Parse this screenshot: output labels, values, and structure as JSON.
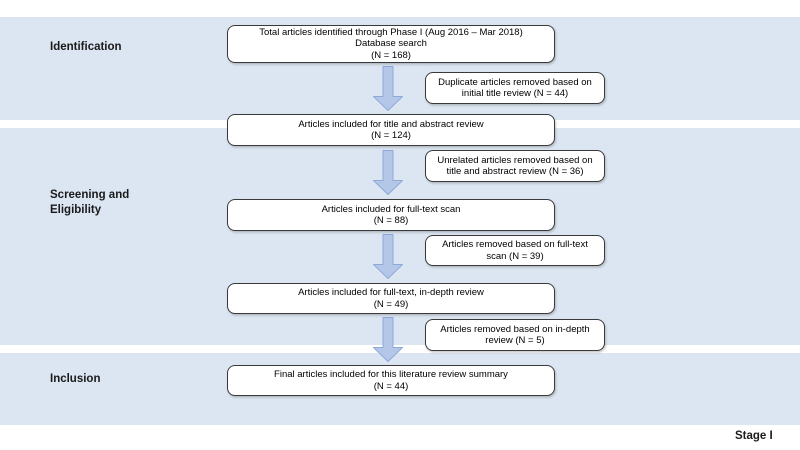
{
  "colors": {
    "band_bg": "#dce6f2",
    "arrow_fill": "#b4c7e8",
    "arrow_stroke": "#8fa8d8",
    "box_border": "#3a3a3a",
    "text_color": "#1a1a1a"
  },
  "lanes": [
    {
      "label": "Identification"
    },
    {
      "label": "Screening and Eligibility"
    },
    {
      "label": "Inclusion"
    }
  ],
  "flow": {
    "main_boxes": [
      {
        "lines": [
          "Total articles identified through Phase I (Aug 2016 – Mar 2018)",
          "Database search",
          "(N = 168)"
        ]
      },
      {
        "lines": [
          "Articles included for title and abstract review",
          "(N = 124)"
        ]
      },
      {
        "lines": [
          "Articles included for full-text scan",
          "(N = 88)"
        ]
      },
      {
        "lines": [
          "Articles included for full-text, in-depth review",
          "(N = 49)"
        ]
      },
      {
        "lines": [
          "Final articles included for this literature review summary",
          "(N = 44)"
        ]
      }
    ],
    "side_boxes": [
      {
        "text": "Duplicate articles removed based on initial title review (N = 44)"
      },
      {
        "text": "Unrelated articles removed based on title and abstract review (N = 36)"
      },
      {
        "text": "Articles removed based on full-text scan (N = 39)"
      },
      {
        "text": "Articles removed based on in-depth review  (N = 5)"
      }
    ]
  },
  "stage_label": "Stage I"
}
